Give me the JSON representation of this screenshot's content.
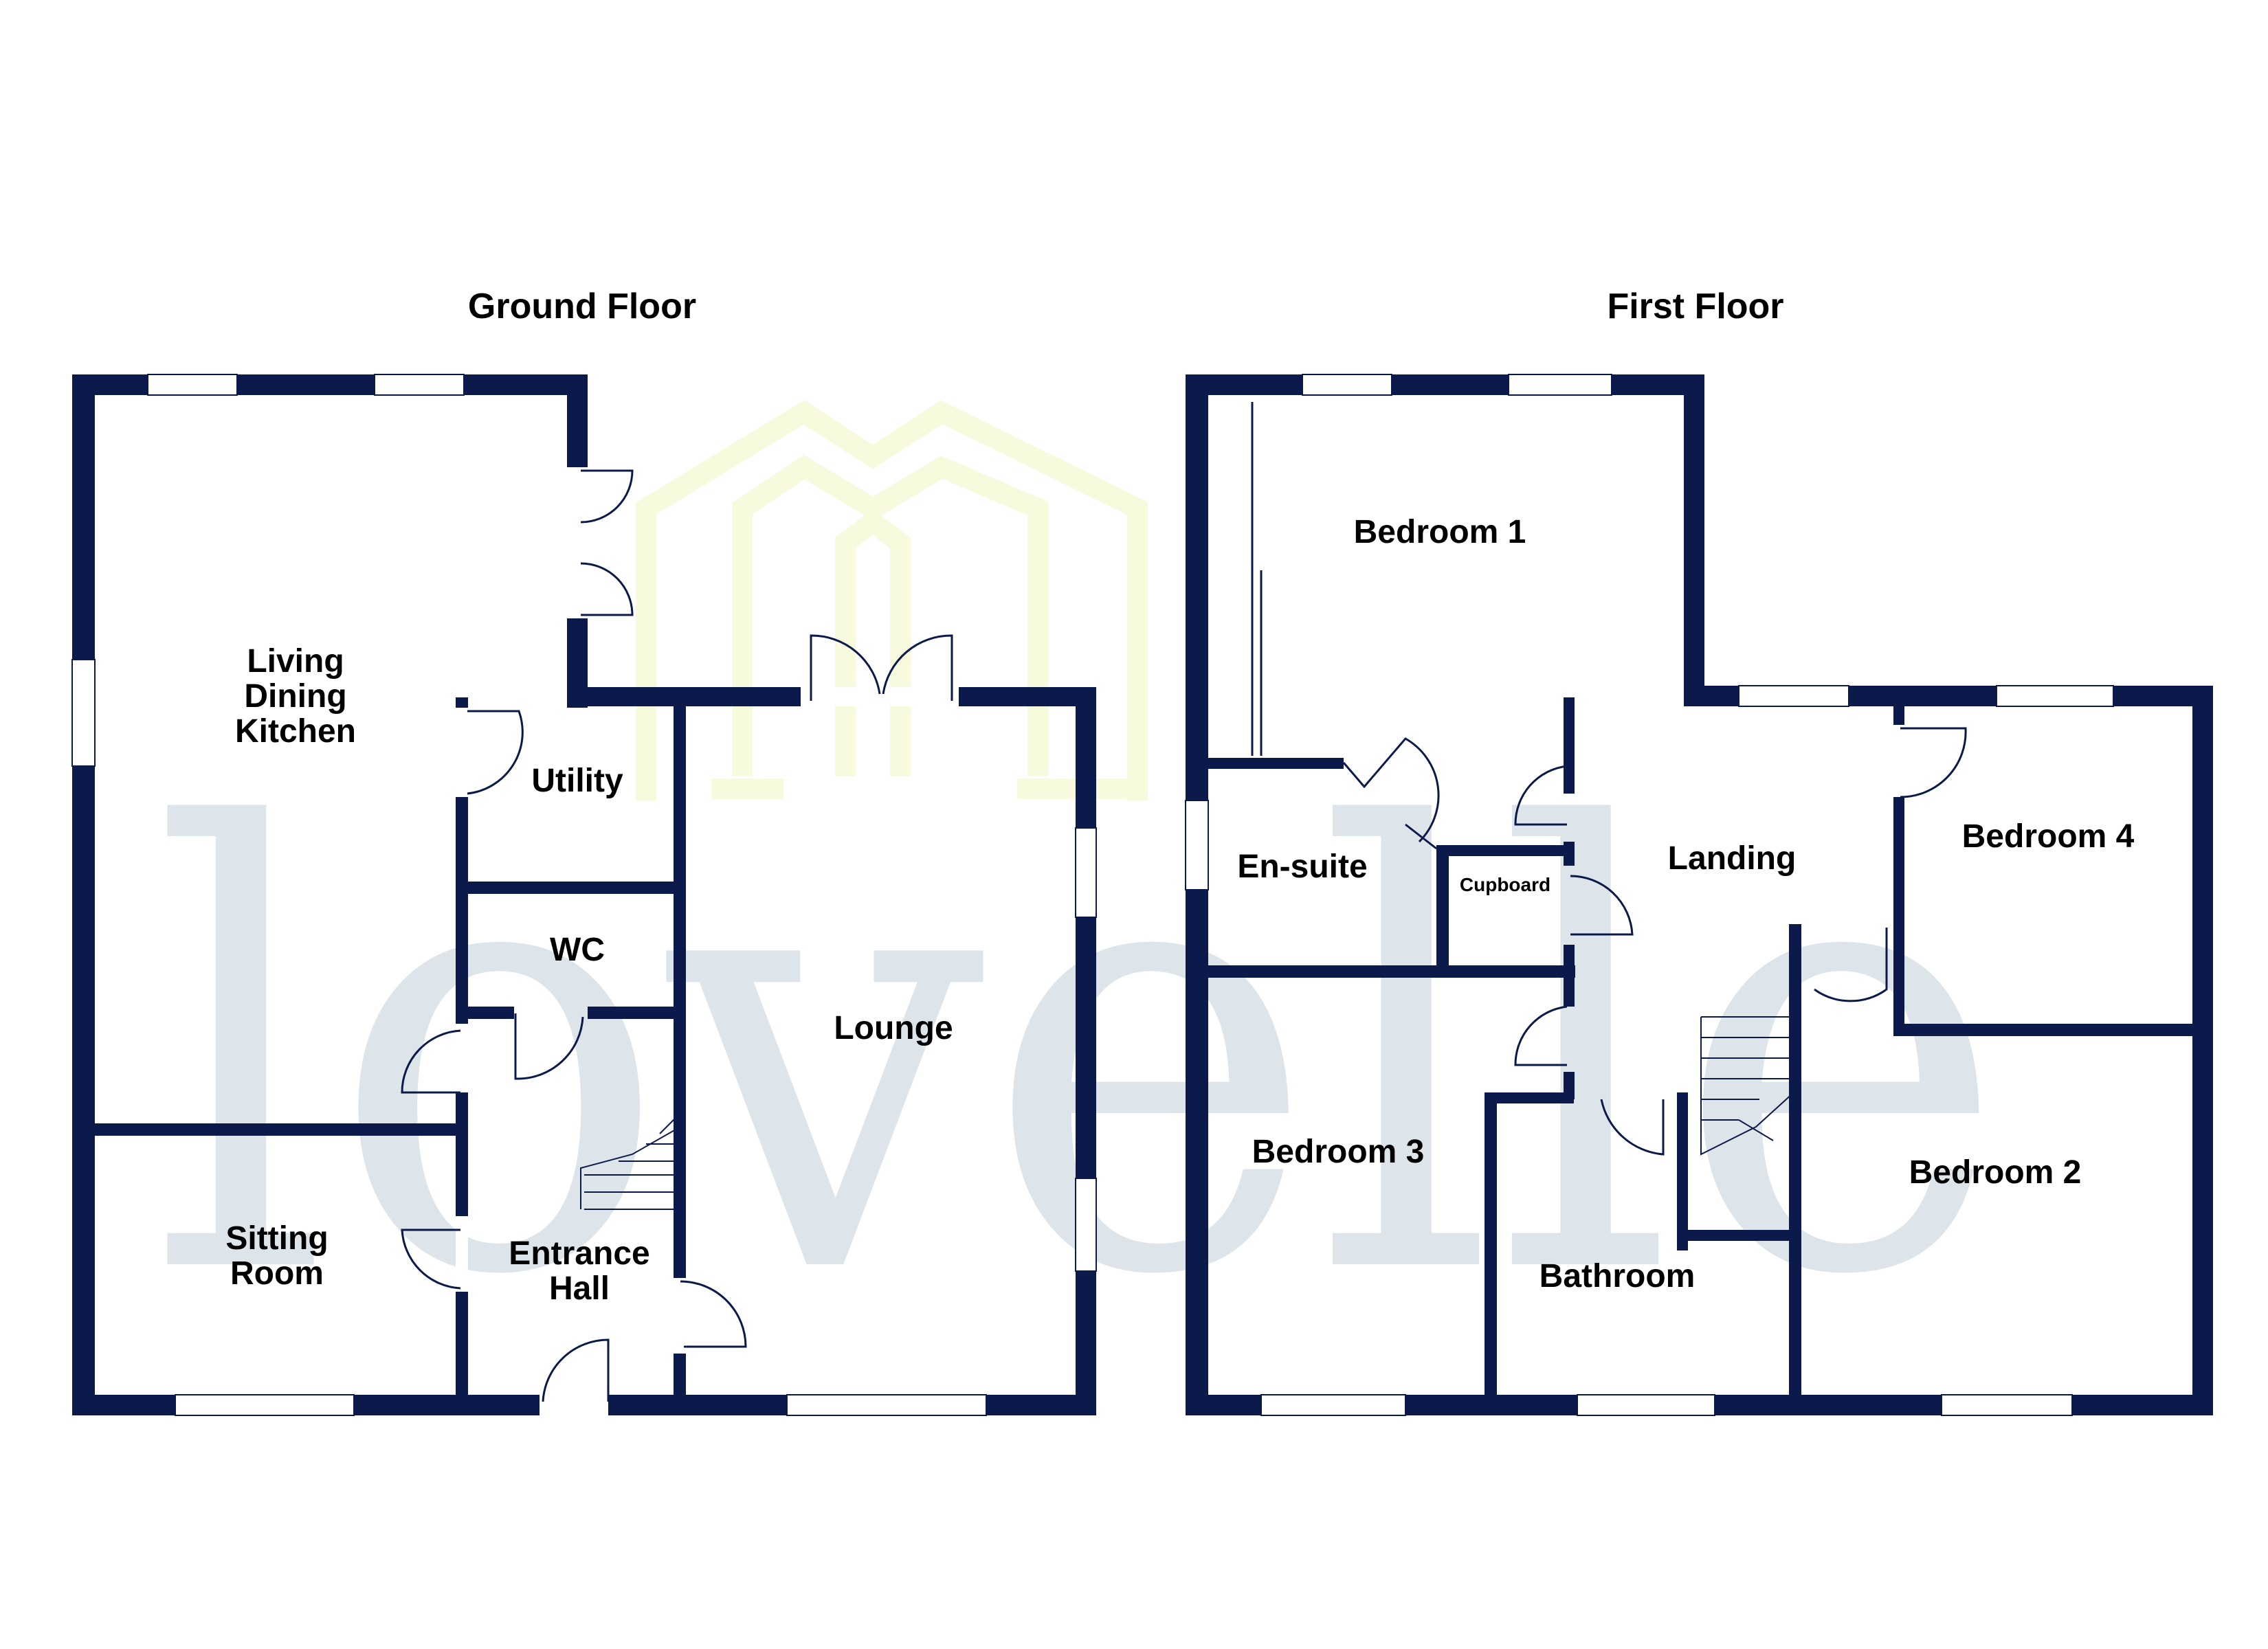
{
  "watermark": {
    "text": "lovelle",
    "text_color": "#dde5ea",
    "logo_color": "#f7fadc"
  },
  "colors": {
    "wall": "#0b1a4a",
    "background": "#ffffff"
  },
  "ground_floor": {
    "title": "Ground Floor",
    "rooms": {
      "living_dining_kitchen": [
        "Living",
        "Dining",
        "Kitchen"
      ],
      "utility": "Utility",
      "wc": "WC",
      "lounge": "Lounge",
      "sitting_room": [
        "Sitting",
        "Room"
      ],
      "entrance_hall": [
        "Entrance",
        "Hall"
      ]
    }
  },
  "first_floor": {
    "title": "First Floor",
    "rooms": {
      "bedroom_1": "Bedroom 1",
      "en_suite": "En-suite",
      "cupboard": "Cupboard",
      "landing": "Landing",
      "bedroom_4": "Bedroom 4",
      "bedroom_3": "Bedroom 3",
      "bathroom": "Bathroom",
      "bedroom_2": "Bedroom 2"
    }
  }
}
